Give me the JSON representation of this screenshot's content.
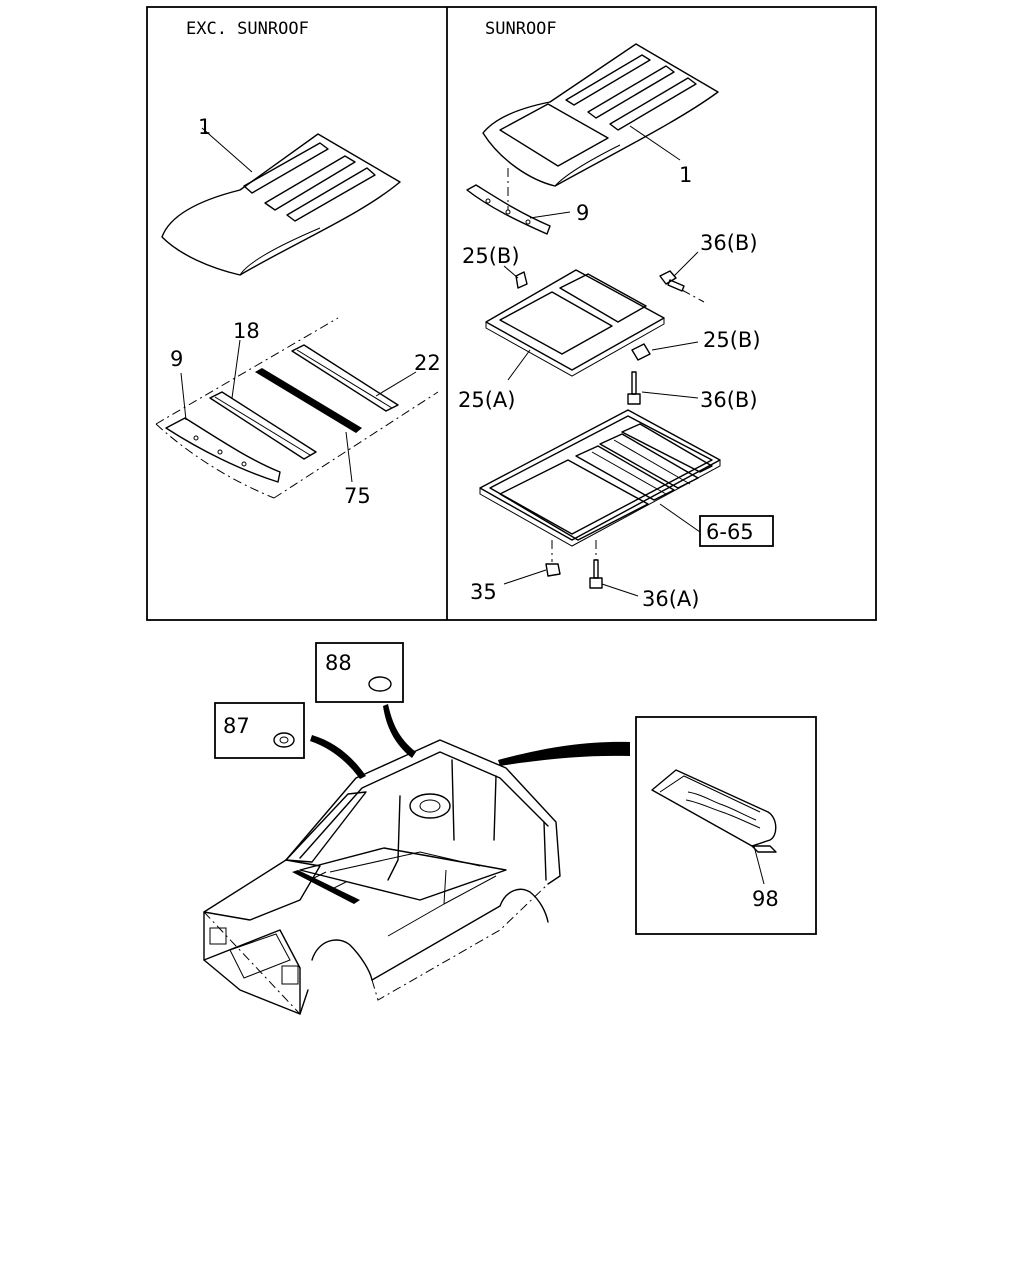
{
  "panels": {
    "left_title": "EXC. SUNROOF",
    "right_title": "SUNROOF"
  },
  "callouts": {
    "exc_sunroof": {
      "roof_panel": "1",
      "front_rail": "9",
      "bow": "18",
      "rear_rail": "22",
      "sealer": "75"
    },
    "sunroof": {
      "roof_panel": "1",
      "front_rail": "9",
      "clip_upper": "25(B)",
      "bolt_upper": "36(B)",
      "frame_plate": "25(A)",
      "clip_lower": "25(B)",
      "bolt_lower": "36(B)",
      "sunroof_ref": "6-65",
      "nut": "35",
      "bolt_a": "36(A)"
    },
    "body": {
      "plug_88": "88",
      "plug_87": "87",
      "cowl_panel": "98"
    }
  }
}
